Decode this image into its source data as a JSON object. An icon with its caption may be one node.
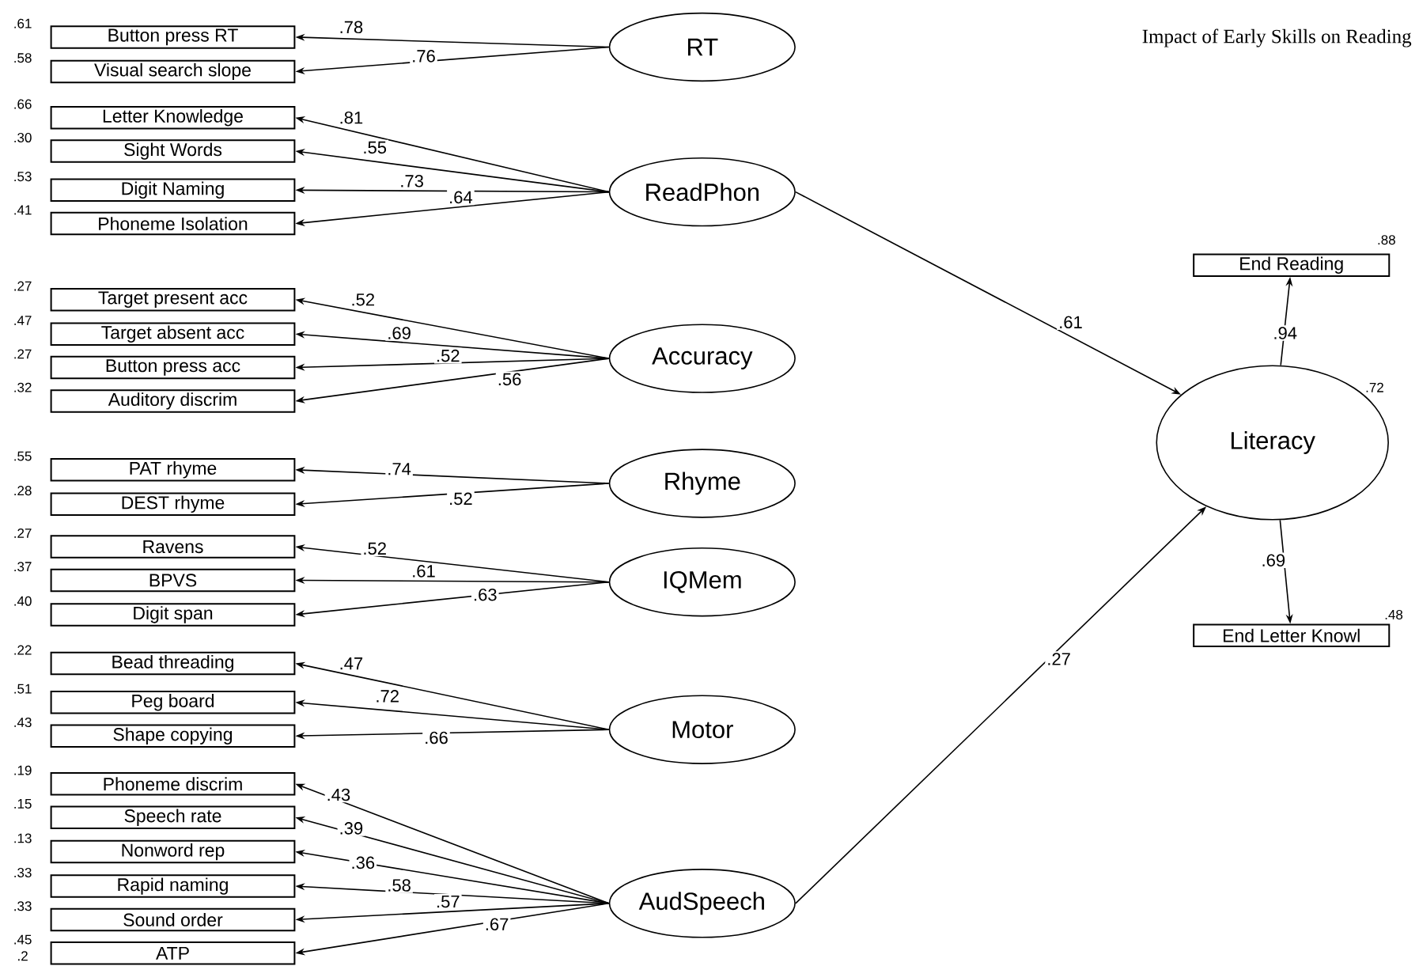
{
  "diagram": {
    "title": "Impact of Early Skills on Reading",
    "nodes": [
      {
        "text": [
          "Button press RT"
        ],
        "beside": [
          ".61"
        ]
      },
      {
        "text": [
          "Visual search slope"
        ],
        "beside": [
          ".58"
        ]
      },
      {
        "text": [
          "Letter Knowledge"
        ],
        "beside": [
          ".66"
        ]
      },
      {
        "text": [
          "Sight Words"
        ],
        "beside": [
          ".30"
        ]
      },
      {
        "text": [
          "Digit Naming"
        ],
        "beside": [
          ".53"
        ]
      },
      {
        "text": [
          "Phoneme Isolation"
        ],
        "beside": [
          ".41"
        ]
      },
      {
        "text": [
          "Target present acc"
        ],
        "beside": [
          ".27"
        ]
      },
      {
        "text": [
          "Target absent acc"
        ],
        "beside": [
          ".47"
        ]
      },
      {
        "text": [
          "Button press acc"
        ],
        "beside": [
          ".27"
        ]
      },
      {
        "text": [
          "Auditory discrim"
        ],
        "beside": [
          ".32"
        ]
      },
      {
        "text": [
          "PAT rhyme"
        ],
        "beside": [
          ".55"
        ]
      },
      {
        "text": [
          "DEST rhyme"
        ],
        "beside": [
          ".28"
        ]
      },
      {
        "text": [
          "Ravens"
        ],
        "beside": [
          ".27"
        ]
      },
      {
        "text": [
          "BPVS"
        ],
        "beside": [
          ".37"
        ]
      },
      {
        "text": [
          "Digit span"
        ],
        "beside": [
          ".40"
        ]
      },
      {
        "text": [
          "Bead threading"
        ],
        "beside": [
          ".22"
        ]
      },
      {
        "text": [
          "Peg board"
        ],
        "beside": [
          ".51"
        ]
      },
      {
        "text": [
          "Shape copying"
        ],
        "beside": [
          ".43"
        ]
      },
      {
        "text": [
          "Phoneme discrim"
        ],
        "beside": [
          ".19"
        ]
      },
      {
        "text": [
          "Speech rate"
        ],
        "beside": [
          ".15"
        ]
      },
      {
        "text": [
          "Nonword rep"
        ],
        "beside": [
          ".13"
        ]
      },
      {
        "text": [
          "Rapid naming"
        ],
        "beside": [
          ".33"
        ]
      },
      {
        "text": [
          "Sound order"
        ],
        "beside": [
          ".33"
        ]
      },
      {
        "text": [
          "ATP"
        ],
        "beside": [
          ".45"
        ]
      },
      {
        "text": [
          "RT"
        ]
      },
      {
        "text": [
          "ReadPhon"
        ]
      },
      {
        "text": [
          "Accuracy"
        ]
      },
      {
        "text": [
          "Rhyme"
        ]
      },
      {
        "text": [
          "IQMem"
        ]
      },
      {
        "text": [
          "Motor"
        ]
      },
      {
        "text": [
          "AudSpeech"
        ]
      },
      {
        "text": [
          "Literacy"
        ],
        "beside": [
          ".72"
        ]
      },
      {
        "text": [
          "End Reading"
        ],
        "beside": [
          ".88"
        ]
      },
      {
        "text": [
          "End Letter Knowl"
        ],
        "beside": [
          ".48"
        ]
      }
    ],
    "edges": [
      {
        "from": 24,
        "to": 0,
        "arrow": "to",
        "label": ".78"
      },
      {
        "from": 24,
        "to": 1,
        "arrow": "to",
        "label": ".76"
      },
      {
        "from": 25,
        "to": 2,
        "arrow": "to",
        "label": ".81"
      },
      {
        "from": 25,
        "to": 3,
        "arrow": "to",
        "label": ".55"
      },
      {
        "from": 25,
        "to": 4,
        "arrow": "to",
        "label": ".73"
      },
      {
        "from": 25,
        "to": 5,
        "arrow": "to",
        "label": ".64"
      },
      {
        "from": 26,
        "to": 6,
        "arrow": "to",
        "label": ".52"
      },
      {
        "from": 26,
        "to": 7,
        "arrow": "to",
        "label": ".69"
      },
      {
        "from": 26,
        "to": 8,
        "arrow": "to",
        "label": ".52"
      },
      {
        "from": 26,
        "to": 9,
        "arrow": "to",
        "label": ".56"
      },
      {
        "from": 27,
        "to": 10,
        "arrow": "to",
        "label": ".74"
      },
      {
        "from": 27,
        "to": 11,
        "arrow": "to",
        "label": ".52"
      },
      {
        "from": 28,
        "to": 12,
        "arrow": "to",
        "label": ".52"
      },
      {
        "from": 28,
        "to": 13,
        "arrow": "to",
        "label": ".61"
      },
      {
        "from": 28,
        "to": 14,
        "arrow": "to",
        "label": ".63"
      },
      {
        "from": 29,
        "to": 15,
        "arrow": "to",
        "label": ".47"
      },
      {
        "from": 29,
        "to": 16,
        "arrow": "to",
        "label": ".72"
      },
      {
        "from": 29,
        "to": 17,
        "arrow": "to",
        "label": ".66"
      },
      {
        "from": 30,
        "to": 18,
        "arrow": "to",
        "label": ".43"
      },
      {
        "from": 30,
        "to": 19,
        "arrow": "to",
        "label": ".39"
      },
      {
        "from": 30,
        "to": 20,
        "arrow": "to",
        "label": ".36"
      },
      {
        "from": 30,
        "to": 21,
        "arrow": "to",
        "label": ".58"
      },
      {
        "from": 30,
        "to": 22,
        "arrow": "to",
        "label": ".57"
      },
      {
        "from": 30,
        "to": 23,
        "arrow": "to",
        "label": ".67"
      },
      {
        "from": 25,
        "to": 31,
        "arrow": "to",
        "label": ".61"
      },
      {
        "from": 30,
        "to": 31,
        "arrow": "to",
        "label": ".27"
      },
      {
        "from": 31,
        "to": 32,
        "arrow": "to",
        "label": ".94"
      },
      {
        "from": 31,
        "to": 33,
        "arrow": "to",
        "label": ".69"
      }
    ],
    "labels": [
      ".2"
    ]
  }
}
